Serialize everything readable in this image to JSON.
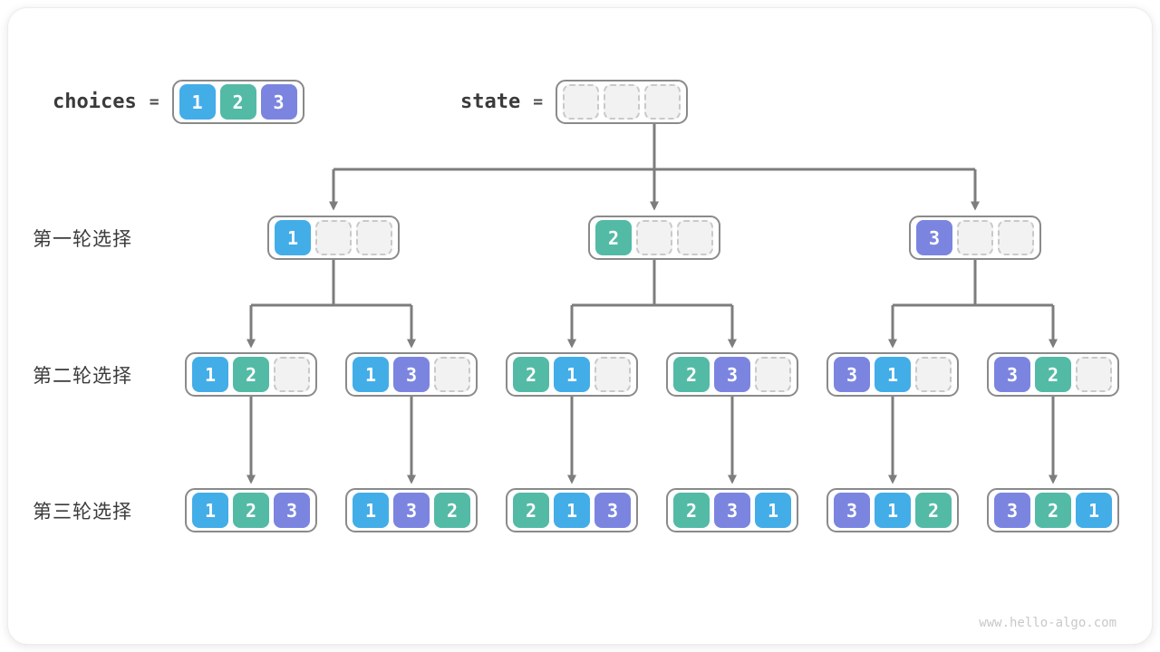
{
  "header": {
    "choices_label": "choices",
    "equals_sign": "=",
    "choices_values": [
      "1",
      "2",
      "3"
    ],
    "state_label": "state",
    "state_values": [
      "",
      "",
      ""
    ]
  },
  "rows": [
    {
      "label": "第一轮选择",
      "nodes": [
        [
          "1",
          "",
          ""
        ],
        [
          "2",
          "",
          ""
        ],
        [
          "3",
          "",
          ""
        ]
      ]
    },
    {
      "label": "第二轮选择",
      "nodes": [
        [
          "1",
          "2",
          ""
        ],
        [
          "1",
          "3",
          ""
        ],
        [
          "2",
          "1",
          ""
        ],
        [
          "2",
          "3",
          ""
        ],
        [
          "3",
          "1",
          ""
        ],
        [
          "3",
          "2",
          ""
        ]
      ]
    },
    {
      "label": "第三轮选择",
      "nodes": [
        [
          "1",
          "2",
          "3"
        ],
        [
          "1",
          "3",
          "2"
        ],
        [
          "2",
          "1",
          "3"
        ],
        [
          "2",
          "3",
          "1"
        ],
        [
          "3",
          "1",
          "2"
        ],
        [
          "3",
          "2",
          "1"
        ]
      ]
    }
  ],
  "colors": {
    "1": "#43ADE8",
    "2": "#53BAA6",
    "3": "#7B85E0",
    "arrow": "#7d7d7d"
  },
  "watermark": "www.hello-algo.com"
}
